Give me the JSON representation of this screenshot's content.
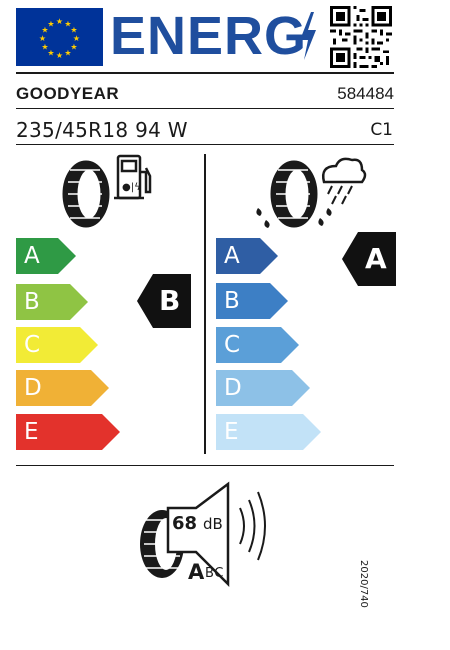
{
  "header": {
    "energy_word": "ENERG",
    "flag_icon": "eu-flag-icon",
    "bolt_icon": "lightning-bolt-icon",
    "qr_icon": "qr-code-icon"
  },
  "supplier": {
    "brand": "GOODYEAR",
    "article_id": "584484"
  },
  "tyre": {
    "size_designation": "235/45R18 94 W",
    "tyre_class": "C1"
  },
  "fuel_efficiency": {
    "icon": "tyre-fuel-pump-icon",
    "scale": [
      {
        "letter": "A",
        "color": "#2f9a45"
      },
      {
        "letter": "B",
        "color": "#8fc444"
      },
      {
        "letter": "C",
        "color": "#f2eb36"
      },
      {
        "letter": "D",
        "color": "#f0b136"
      },
      {
        "letter": "E",
        "color": "#e3322c"
      }
    ],
    "rating": "B"
  },
  "wet_grip": {
    "icon": "tyre-rain-cloud-icon",
    "scale": [
      {
        "letter": "A",
        "color": "#2f5ea4"
      },
      {
        "letter": "B",
        "color": "#3d7fc5"
      },
      {
        "letter": "C",
        "color": "#5b9fd8"
      },
      {
        "letter": "D",
        "color": "#8dc1e7"
      },
      {
        "letter": "E",
        "color": "#c2e2f7"
      }
    ],
    "rating": "A"
  },
  "noise": {
    "icon": "tyre-speaker-icon",
    "value": "68",
    "unit": "dB",
    "class_selected": "A",
    "class_others": "BC"
  },
  "regulation": "2020/740"
}
